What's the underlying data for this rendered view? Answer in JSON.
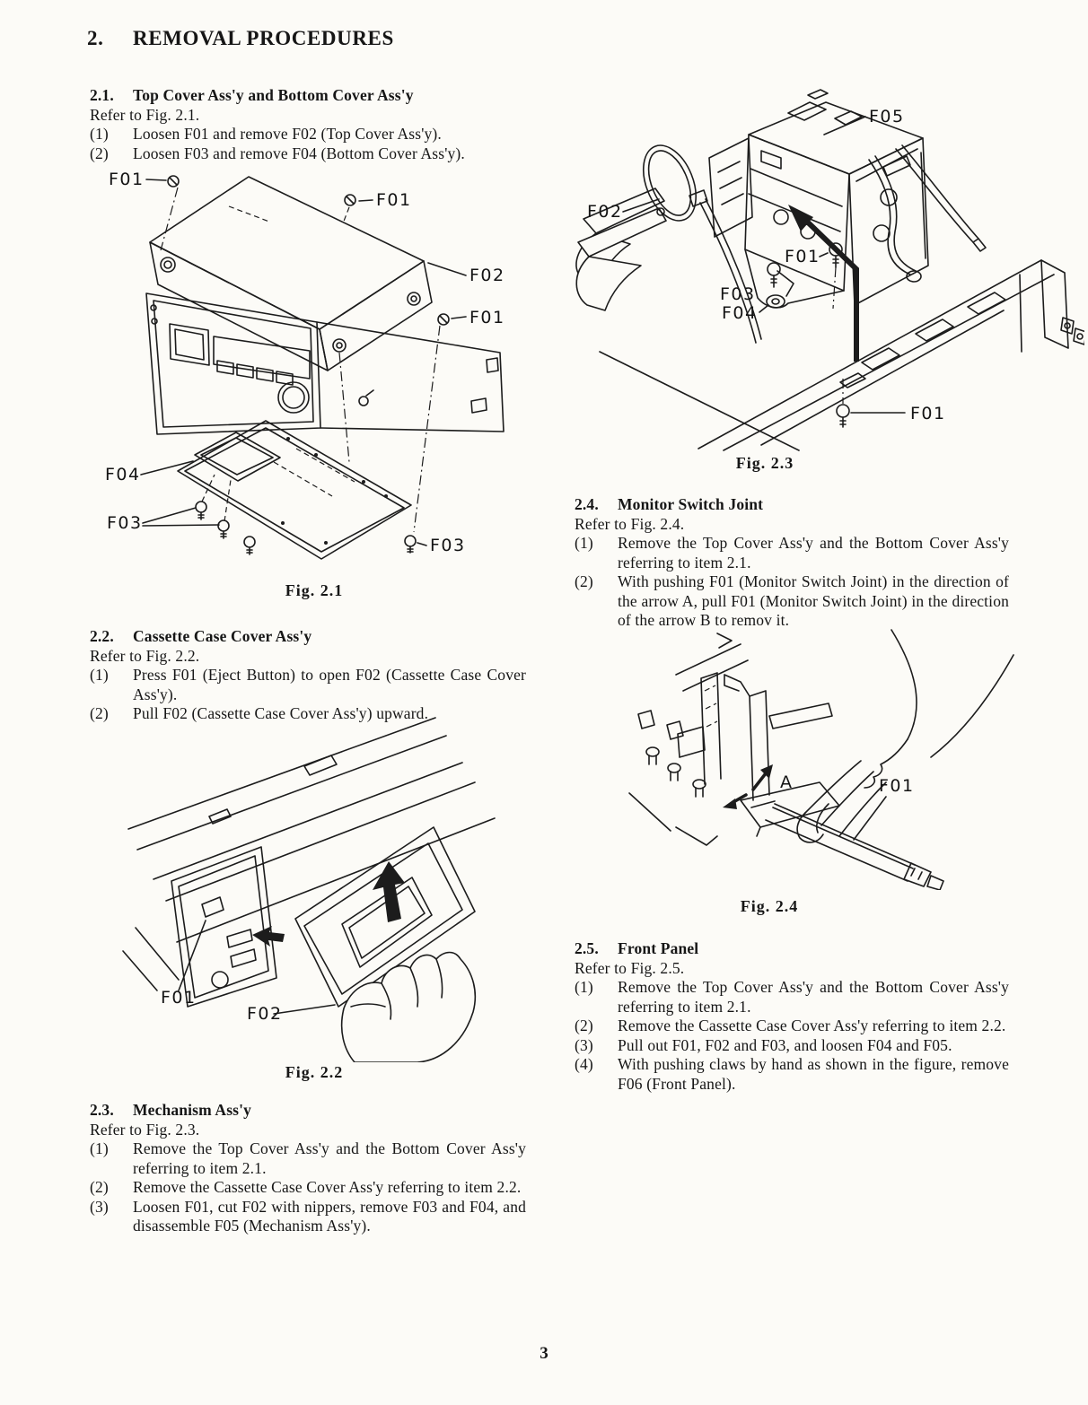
{
  "colors": {
    "paper": "#fcfbf7",
    "ink": "#1c1c1c"
  },
  "header": {
    "number": "2.",
    "title": "REMOVAL PROCEDURES"
  },
  "page_number": "3",
  "sections": {
    "s21": {
      "heading_num": "2.1.",
      "heading_title": "Top Cover Ass'y and Bottom Cover Ass'y",
      "refer": "Refer to Fig. 2.1.",
      "items": [
        {
          "num": "(1)",
          "text": "Loosen F01 and remove F02 (Top Cover Ass'y)."
        },
        {
          "num": "(2)",
          "text": "Loosen F03 and remove F04 (Bottom Cover Ass'y)."
        }
      ]
    },
    "s22": {
      "heading_num": "2.2.",
      "heading_title": "Cassette Case Cover Ass'y",
      "refer": "Refer to Fig. 2.2.",
      "items": [
        {
          "num": "(1)",
          "text": "Press F01 (Eject Button) to open F02 (Cassette Case Cover Ass'y)."
        },
        {
          "num": "(2)",
          "text": "Pull F02 (Cassette Case Cover Ass'y) upward."
        }
      ]
    },
    "s23": {
      "heading_num": "2.3.",
      "heading_title": "Mechanism Ass'y",
      "refer": "Refer to Fig. 2.3.",
      "items": [
        {
          "num": "(1)",
          "text": "Remove the Top Cover Ass'y and the Bottom Cover Ass'y referring to item 2.1."
        },
        {
          "num": "(2)",
          "text": "Remove the Cassette Case Cover Ass'y referring to item 2.2."
        },
        {
          "num": "(3)",
          "text": "Loosen F01, cut F02 with nippers, remove F03 and F04, and disassemble F05 (Mechanism Ass'y)."
        }
      ]
    },
    "s24": {
      "heading_num": "2.4.",
      "heading_title": "Monitor Switch Joint",
      "refer": "Refer to Fig. 2.4.",
      "items": [
        {
          "num": "(1)",
          "text": "Remove the Top Cover Ass'y and the Bottom Cover Ass'y referring to item 2.1."
        },
        {
          "num": "(2)",
          "text": "With pushing F01 (Monitor Switch Joint) in the direction of the arrow A, pull F01 (Monitor Switch Joint) in the direction of the arrow B to remov it."
        }
      ]
    },
    "s25": {
      "heading_num": "2.5.",
      "heading_title": "Front Panel",
      "refer": "Refer to Fig. 2.5.",
      "items": [
        {
          "num": "(1)",
          "text": "Remove the Top Cover Ass'y and the Bottom Cover Ass'y referring to item 2.1."
        },
        {
          "num": "(2)",
          "text": "Remove the Cassette Case Cover Ass'y referring to item 2.2."
        },
        {
          "num": "(3)",
          "text": "Pull out F01, F02 and F03, and loosen F04 and F05."
        },
        {
          "num": "(4)",
          "text": "With pushing claws by hand as shown in the figure, remove F06 (Front Panel)."
        }
      ]
    }
  },
  "figures": {
    "fig21": {
      "caption": "Fig. 2.1",
      "labels": {
        "f01_tl": "F01",
        "f01_tr": "F01",
        "f02": "F02",
        "f01_r": "F01",
        "f04": "F04",
        "f03_l": "F03",
        "f03_br": "F03"
      }
    },
    "fig22": {
      "caption": "Fig. 2.2",
      "labels": {
        "f01": "F01",
        "f02": "F02"
      }
    },
    "fig23": {
      "caption": "Fig. 2.3",
      "labels": {
        "f05": "F05",
        "f02": "F02",
        "f01": "F01",
        "f03": "F03",
        "f04": "F04",
        "f01_b": "F01"
      }
    },
    "fig24": {
      "caption": "Fig. 2.4",
      "labels": {
        "a": "A",
        "f01": "F01"
      }
    }
  }
}
